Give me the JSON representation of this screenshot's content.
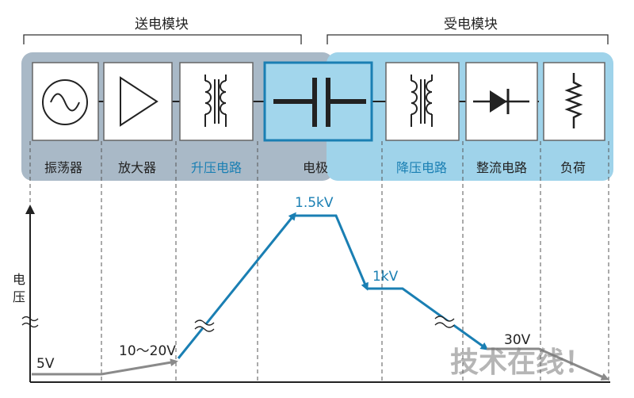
{
  "modules": {
    "send_title": "送电模块",
    "receive_title": "受电模块"
  },
  "components": [
    {
      "label": "振荡器",
      "icon": "oscillator-icon",
      "highlight": false
    },
    {
      "label": "放大器",
      "icon": "amplifier-icon",
      "highlight": false
    },
    {
      "label": "升压电路",
      "icon": "transformer-icon",
      "highlight": true
    },
    {
      "label": "电极",
      "icon": "capacitor-icon",
      "highlight": false
    },
    {
      "label": "降压电路",
      "icon": "transformer-icon",
      "highlight": true
    },
    {
      "label": "整流电路",
      "icon": "diode-icon",
      "highlight": false
    },
    {
      "label": "负荷",
      "icon": "resistor-icon",
      "highlight": false
    }
  ],
  "voltage_axis": {
    "label": "电压"
  },
  "voltages": {
    "v1": "5V",
    "v2": "10～20V",
    "v3": "1.5kV",
    "v4": "1kV",
    "v5": "30V"
  },
  "colors": {
    "send_bg": "#a9b9c7",
    "receive_bg": "#9fd3ea",
    "accent_blue": "#1a7fb3",
    "gray_line": "#8a8a8a"
  },
  "watermark": "技术在线！"
}
